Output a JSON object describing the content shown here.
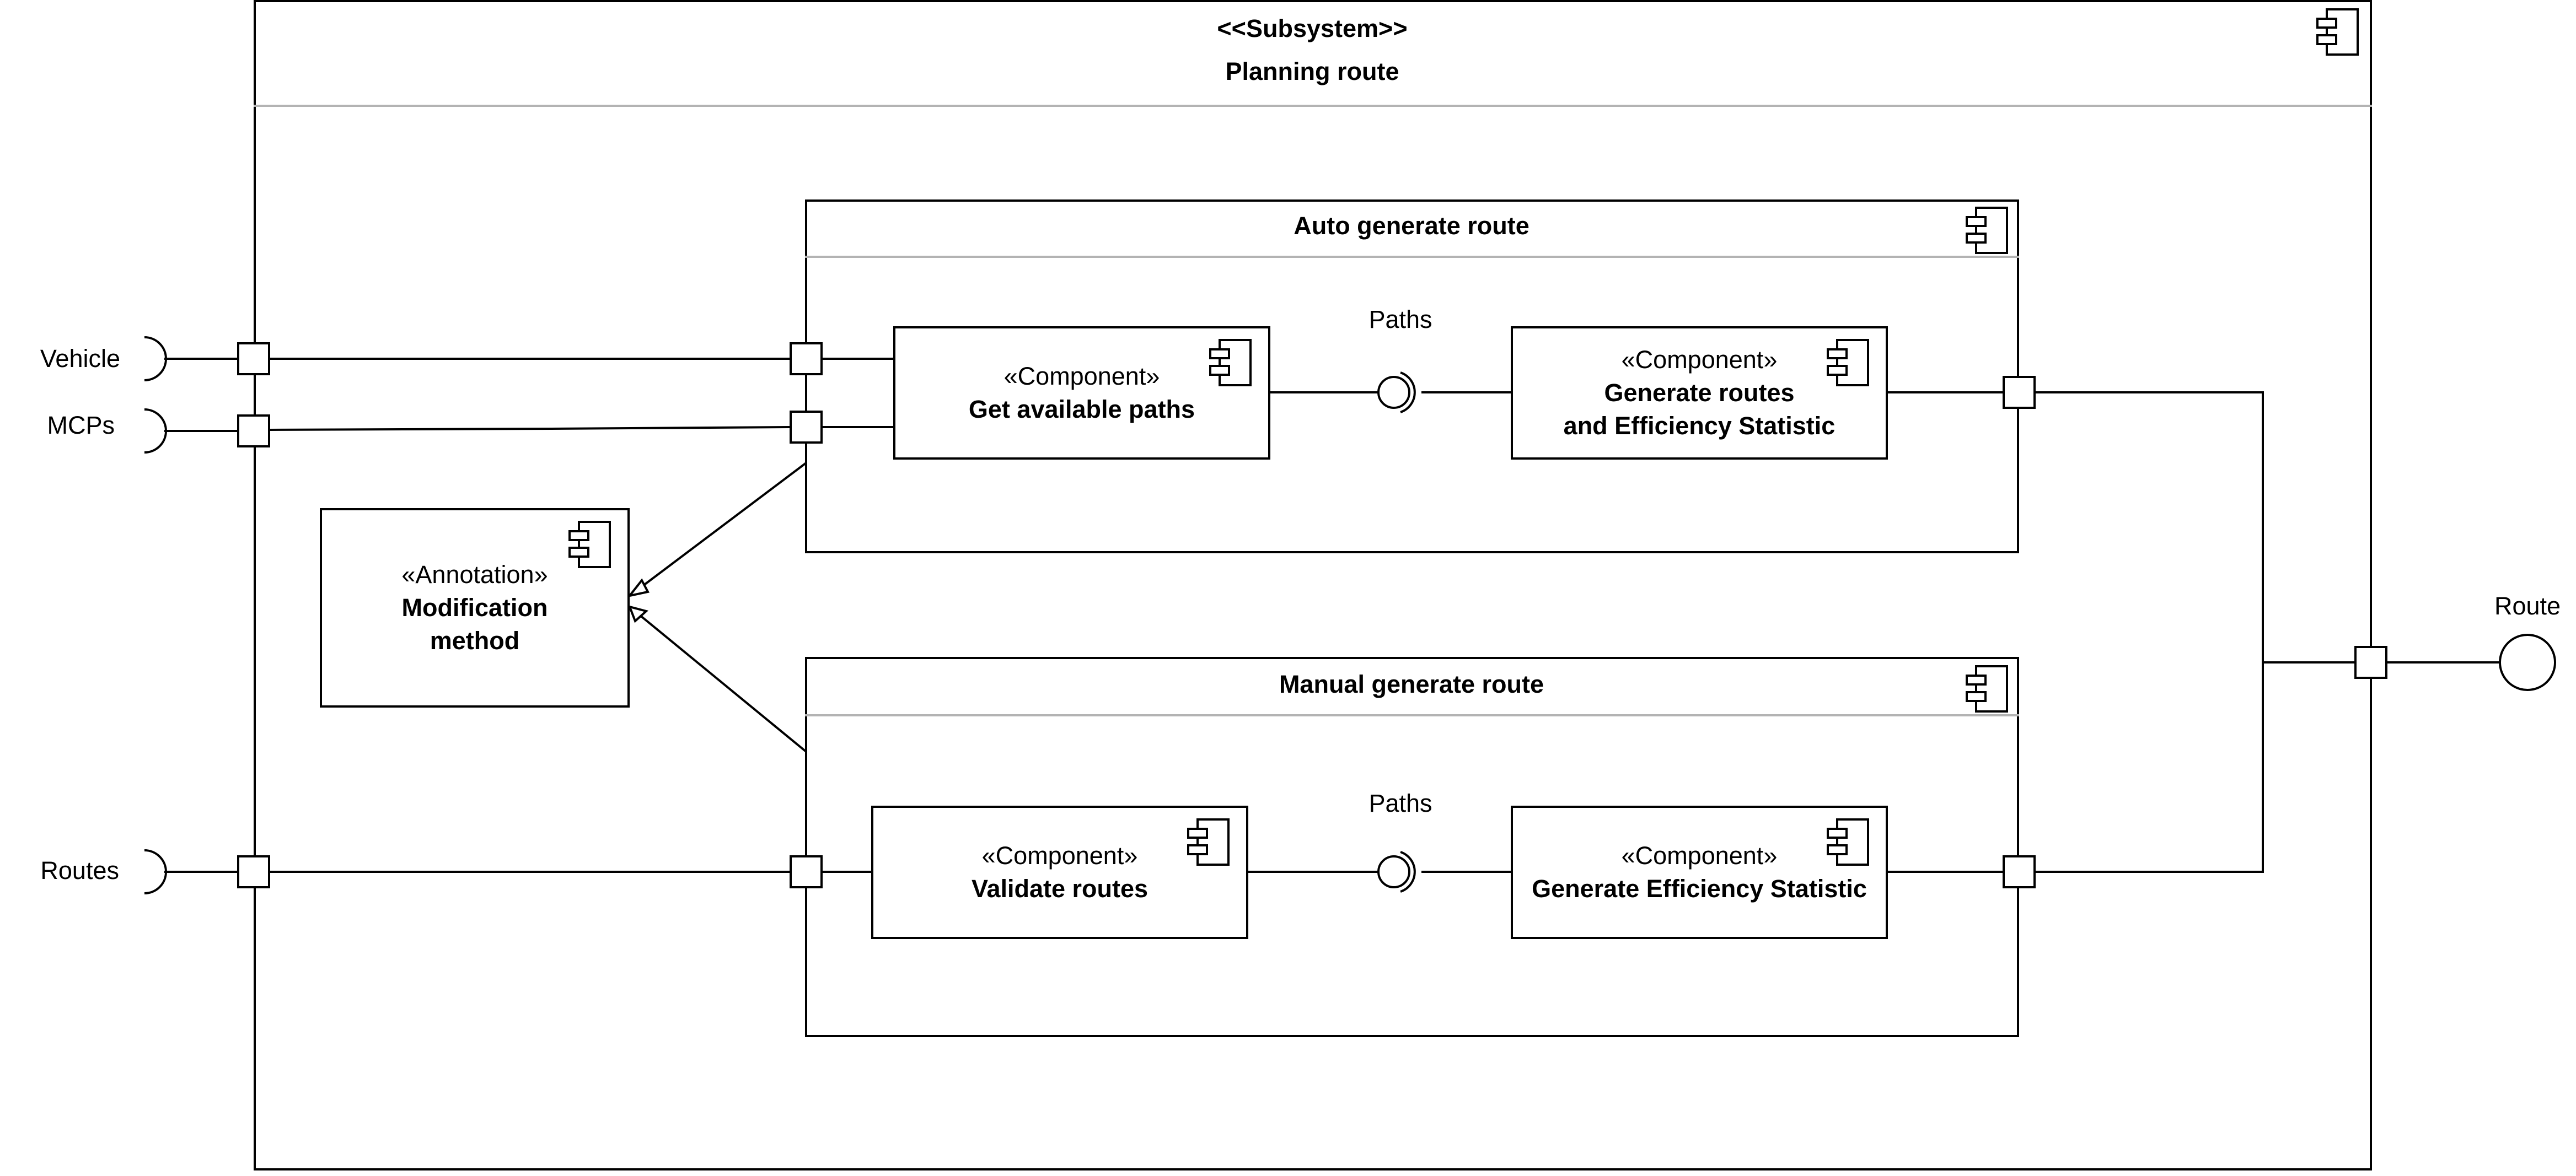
{
  "subsystem": {
    "stereotype": "<<Subsystem>>",
    "name": "Planning route"
  },
  "auto_route": {
    "name": "Auto generate route"
  },
  "manual_route": {
    "name": "Manual generate route"
  },
  "components": {
    "get_paths": {
      "stereotype": "«Component»",
      "name": "Get available paths"
    },
    "gen_routes": {
      "stereotype": "«Component»",
      "name_line1": "Generate routes",
      "name_line2": "and Efficiency Statistic"
    },
    "validate": {
      "stereotype": "«Component»",
      "name": "Validate routes"
    },
    "gen_eff": {
      "stereotype": "«Component»",
      "name": "Generate Efficiency Statistic"
    }
  },
  "annotation": {
    "stereotype": "«Annotation»",
    "name_line1": "Modification",
    "name_line2": "method"
  },
  "interfaces": {
    "vehicle": "Vehicle",
    "mcps": "MCPs",
    "routes": "Routes",
    "route": "Route",
    "paths_auto": "Paths",
    "paths_manual": "Paths"
  },
  "colors": {
    "stroke": "#000000",
    "separator": "#b3b3b3",
    "background": "#ffffff"
  },
  "icons": {
    "component": "uml-component-icon"
  }
}
